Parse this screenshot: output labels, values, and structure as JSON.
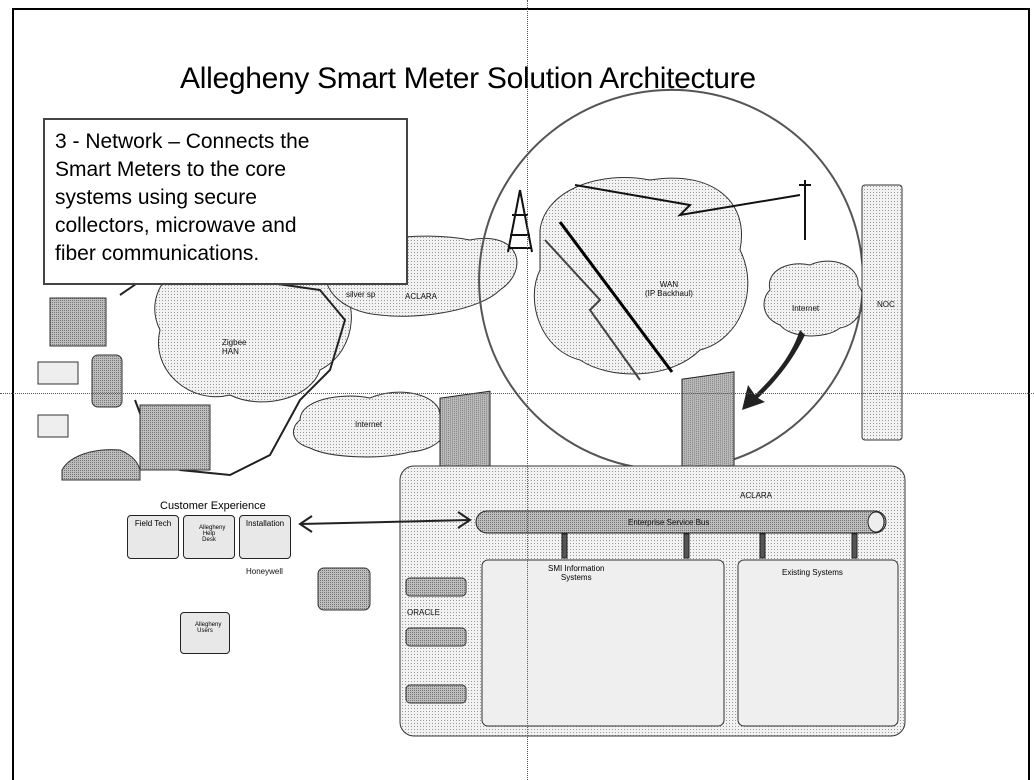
{
  "slide": {
    "title": "Allegheny Smart Meter Solution Architecture",
    "callout_lines": [
      "3 - Network – Connects the",
      "Smart Meters to the core",
      "systems using secure",
      "collectors, microwave and",
      "fiber communications."
    ]
  },
  "diagram": {
    "zigbee_han": "Zigbee\nHAN",
    "internet_left": "Internet",
    "internet_right": "Internet",
    "wan": "WAN\n(IP Backhaul)",
    "enterprise_service_bus": "Enterprise Service Bus",
    "customer_experience": "Customer Experience",
    "field_tech": "Field Tech",
    "allegheny_help_desk": "Allegheny\nHelp\nDesk",
    "installation": "Installation",
    "honeywell": "Honeywell",
    "allegheny_users": "Allegheny\nUsers",
    "oracle": "ORACLE",
    "smart_information_systems": "SMI Information\nSystems",
    "existing_systems": "Existing Systems",
    "noc": "NOC",
    "aclara_left": "ACLARA",
    "aclara_bottom": "ACLARA",
    "silver_spring": "silver sp"
  }
}
